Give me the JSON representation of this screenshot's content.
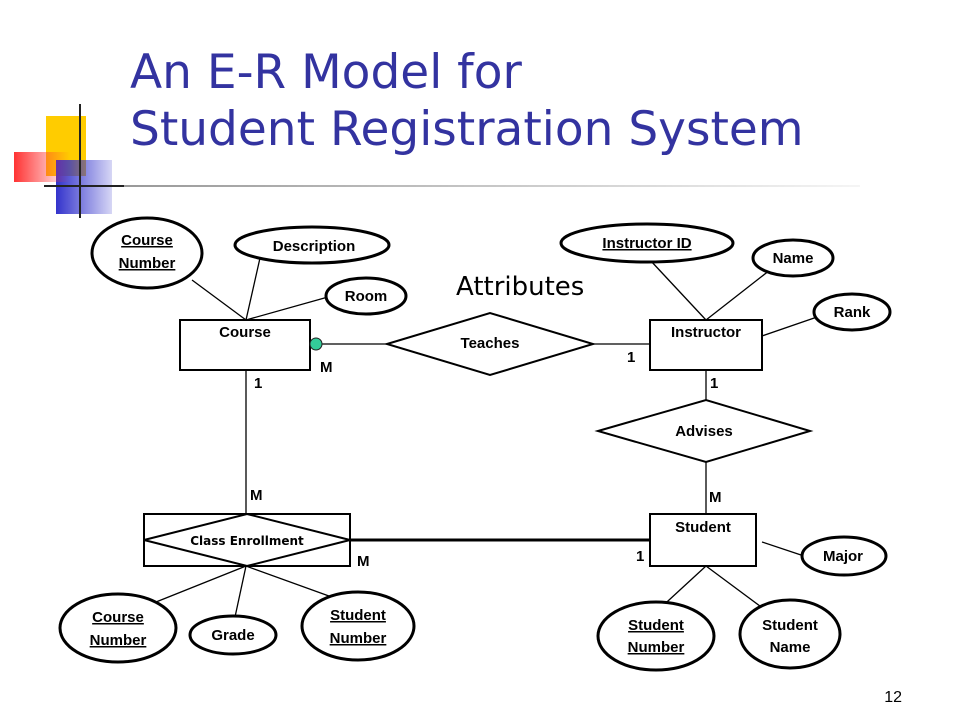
{
  "slide": {
    "title_line1": "An E-R Model for",
    "title_line2": "Student Registration System",
    "page_number": "12",
    "annotation": "Attributes"
  },
  "entities": {
    "course": "Course",
    "instructor": "Instructor",
    "student": "Student",
    "class_enrollment": "Class Enrollment"
  },
  "relationships": {
    "teaches": "Teaches",
    "advises": "Advises"
  },
  "attributes": {
    "course_number_1": "Course",
    "course_number_2": "Number",
    "description": "Description",
    "room": "Room",
    "instructor_id": "Instructor ID",
    "name": "Name",
    "rank": "Rank",
    "major": "Major",
    "student_number_1": "Student",
    "student_number_2": "Number",
    "student_name_1": "Student",
    "student_name_2": "Name",
    "enroll_course_number_1": "Course",
    "enroll_course_number_2": "Number",
    "grade": "Grade",
    "enroll_student_number_1": "Student",
    "enroll_student_number_2": "Number"
  },
  "cardinality": {
    "course_teaches": "M",
    "instructor_teaches": "1",
    "course_enrollment": "1",
    "enrollment_course": "M",
    "instructor_advises": "1",
    "student_advises": "M",
    "enrollment_student": "M",
    "student_enrollment": "1"
  },
  "colors": {
    "title": "#3333a0",
    "deco_yellow": "#ffcc00",
    "deco_blue": "#3333cc",
    "deco_red": "#ff3333",
    "connector_dot": "#33cc99"
  }
}
